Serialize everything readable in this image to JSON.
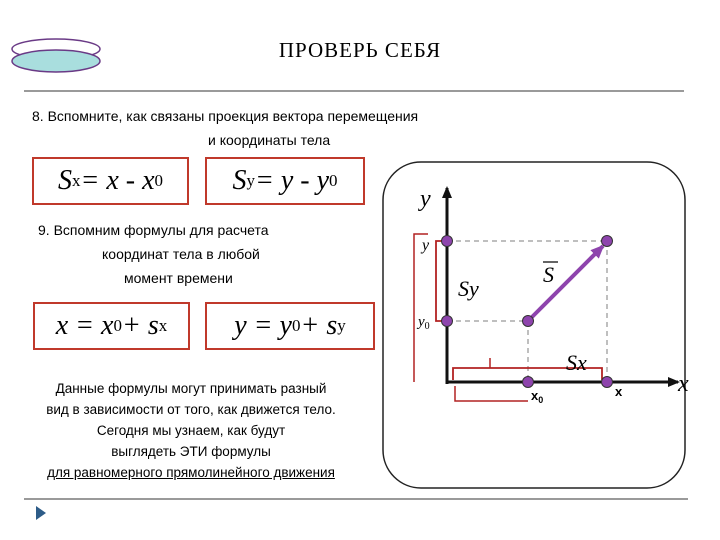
{
  "slide": {
    "title": "ПРОВЕРЬ  СЕБЯ",
    "q8_line1": "8.  Вспомните, как связаны проекция вектора перемещения",
    "q8_line2": "и координаты тела",
    "q9_line1": "9.  Вспомним формулы для расчета",
    "q9_line2": "координат  тела в любой",
    "q9_line3": "момент времени",
    "note_lines": [
      "Данные формулы могут принимать разный",
      "вид в зависимости от того,  как движется тело.",
      "Сегодня мы  узнаем, как будут",
      "выглядеть ЭТИ формулы",
      "для равномерного прямолинейного движения"
    ]
  },
  "formulas": {
    "sx_main": "S",
    "sx_sub": "x",
    "sx_rest": " = x - x",
    "sx_end_sub": "0",
    "sy_main": "S",
    "sy_sub": "y",
    "sy_rest": " = y - y",
    "sy_end_sub": "0",
    "x_lhs": "x = x",
    "x_sub0": "0",
    "x_mid": " + s",
    "x_subx": "x",
    "y_lhs": "y = y",
    "y_sub0": "0",
    "y_mid": " + s",
    "y_suby": "y"
  },
  "diagram": {
    "y_axis": "y",
    "x_axis": "x",
    "y_tick": "y",
    "y0_tick_main": "y",
    "y0_tick_sub": "0",
    "sy_label": "Sy",
    "s_label": "S",
    "sx_label": "Sx",
    "x0_main": "x",
    "x0_sub": "0",
    "x_tick": "x"
  },
  "colors": {
    "formula_border": "#c0392b",
    "vector": "#8e44ad",
    "axis": "#111111",
    "diagram_frame": "#222222",
    "oval_fill": "#a9dede",
    "oval_border": "#6a3a86",
    "bracket": "#b22222"
  }
}
